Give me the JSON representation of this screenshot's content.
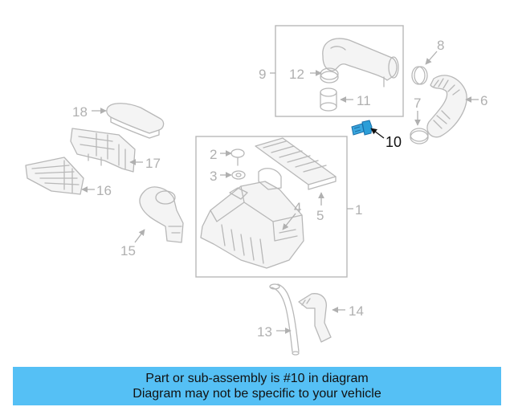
{
  "diagram": {
    "callouts": {
      "c1": "1",
      "c2": "2",
      "c3": "3",
      "c4": "4",
      "c5": "5",
      "c6": "6",
      "c7": "7",
      "c8": "8",
      "c9": "9",
      "c10": "10",
      "c11": "11",
      "c12": "12",
      "c13": "13",
      "c14": "14",
      "c15": "15",
      "c16": "16",
      "c17": "17",
      "c18": "18"
    },
    "highlighted_part": "10",
    "colors": {
      "line_art": "#b8b8b8",
      "highlight_part": "#2b9ed8",
      "highlight_text": "#111111",
      "banner_background": "#55c0f5"
    }
  },
  "banner": {
    "line1": "Part or sub-assembly is #10 in diagram",
    "line2": "Diagram may not be specific to your vehicle"
  }
}
